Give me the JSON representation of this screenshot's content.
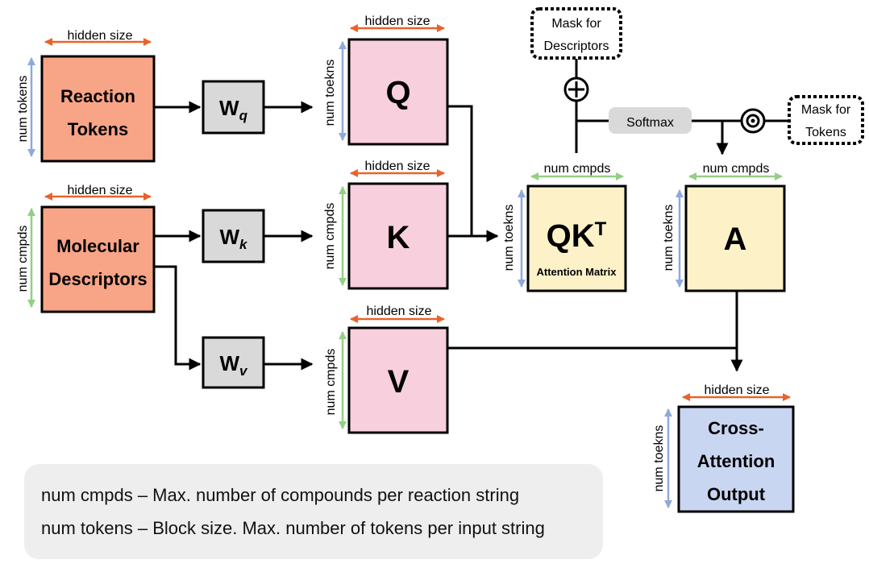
{
  "colors": {
    "input": "#f8a486",
    "weight": "#d9d9d9",
    "qkv": "#f8cfdd",
    "attention": "#fdf1c8",
    "output": "#c9d6f2",
    "arrow_orange": "#e8632a",
    "arrow_blue": "#8fa9dc",
    "arrow_green": "#94cf84",
    "softmax_bg": "#d9d9d9",
    "legend_bg": "#eeeeee"
  },
  "boxes": {
    "reaction_tokens": [
      "Reaction",
      "Tokens"
    ],
    "molecular_descriptors": [
      "Molecular",
      "Descriptors"
    ],
    "wq": {
      "base": "W",
      "sub": "q"
    },
    "wk": {
      "base": "W",
      "sub": "k"
    },
    "wv": {
      "base": "W",
      "sub": "v"
    },
    "q": "Q",
    "k": "K",
    "v": "V",
    "qkt": {
      "base": "QK",
      "sup": "T",
      "caption": "Attention Matrix"
    },
    "a": "A",
    "output": [
      "Cross-",
      "Attention",
      "Output"
    ]
  },
  "dims": {
    "hidden_size": "hidden size",
    "num_tokens": "num tokens",
    "num_toekns": "num toekns",
    "num_cmpds": "num cmpds"
  },
  "mask_descriptors": [
    "Mask for",
    "Descriptors"
  ],
  "mask_tokens": [
    "Mask for",
    "Tokens"
  ],
  "softmax": "Softmax",
  "symbols": {
    "plus": "+",
    "odot": "⊙"
  },
  "legend": [
    "num cmpds – Max. number of compounds per reaction string",
    "num tokens – Block size. Max. number of tokens per input string"
  ]
}
